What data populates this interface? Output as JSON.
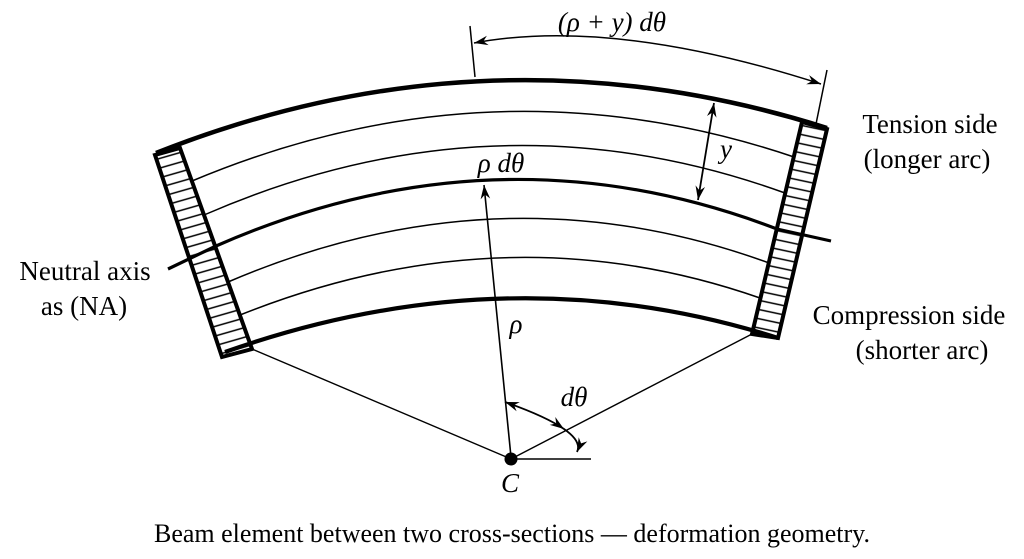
{
  "figure": {
    "caption": "Beam element between two cross-sections — deformation geometry.",
    "labels": {
      "top_dimension": "(ρ + y) dθ",
      "neutral_axis_dimension": "ρ dθ",
      "fiber_offset": "y",
      "radius": "ρ",
      "angle": "dθ",
      "center_point": "C",
      "tension_side": [
        "Tension side",
        "(longer arc)"
      ],
      "compression_side": [
        "Compression side",
        "(shorter arc)"
      ],
      "neutral_axis": [
        "Neutral axis",
        "as (NA)"
      ]
    },
    "colors": {
      "ink": "#000000",
      "background": "#ffffff"
    }
  }
}
